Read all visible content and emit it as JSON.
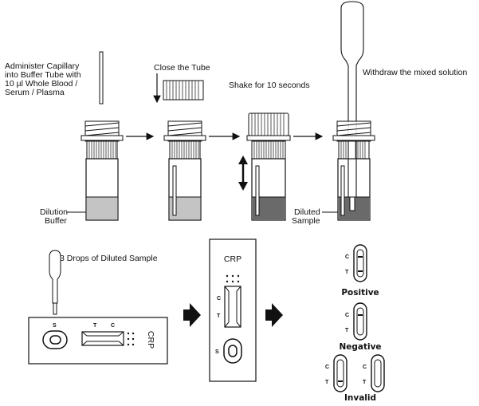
{
  "steps": {
    "administer": [
      "Administer Capillary",
      "into Buffer Tube with",
      "10 µl Whole Blood /",
      "Serum / Plasma"
    ],
    "close_tube": "Close the Tube",
    "shake": "Shake for 10 seconds",
    "withdraw": "Withdraw the mixed solution",
    "dilution_buffer": [
      "Dilution",
      "Buffer"
    ],
    "diluted_sample": [
      "Diluted",
      "Sample"
    ],
    "drops": "3 Drops of Diluted Sample"
  },
  "cassette": {
    "name": "CRP",
    "control_mark": "C",
    "test_mark": "T",
    "sample_mark": "S"
  },
  "results": [
    {
      "label": "Positive",
      "control_line": true,
      "test_line": true
    },
    {
      "label": "Negative",
      "control_line": true,
      "test_line": false
    },
    {
      "label": "Invalid",
      "control_line": false,
      "test_line": true
    },
    {
      "label": "Invalid",
      "control_line": false,
      "test_line": false
    }
  ],
  "colors": {
    "buffer": "#c4c4c4",
    "diluted": "#6a6a6a",
    "outline": "#111111",
    "arrow": "#111111"
  }
}
